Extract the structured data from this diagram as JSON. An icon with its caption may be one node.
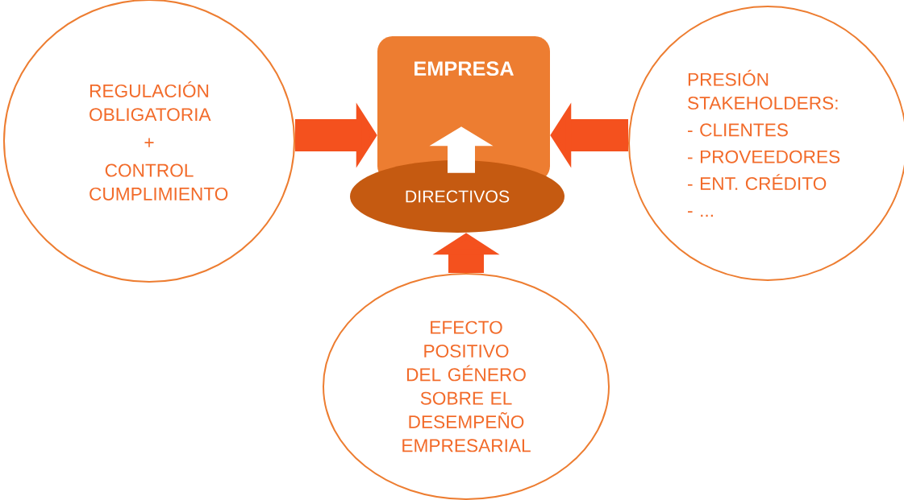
{
  "diagram": {
    "nodes": [
      {
        "text": [
          "REGULACIÓN OBLIGATORIA",
          "+",
          "CONTROL CUMPLIMIENTO"
        ]
      },
      {
        "text": [
          "EMPRESA"
        ]
      },
      {
        "text": [
          "DIRECTIVOS"
        ]
      },
      {
        "text": [
          "PRESIÓN STAKEHOLDERS:",
          "- CLIENTES",
          "- PROVEEDORES",
          "- ENT. CRÉDITO",
          "- ..."
        ]
      },
      {
        "text": [
          "EFECTO POSITIVO DEL GÉNERO SOBRE EL DESEMPEÑO EMPRESARIAL"
        ]
      }
    ],
    "edges": [
      {
        "from": 0,
        "to": 1,
        "arrow": "to"
      },
      {
        "from": 3,
        "to": 1,
        "arrow": "to"
      },
      {
        "from": 4,
        "to": 2,
        "arrow": "to"
      },
      {
        "from": 2,
        "to": 1,
        "arrow": "to",
        "color": "#ffffff"
      }
    ]
  }
}
